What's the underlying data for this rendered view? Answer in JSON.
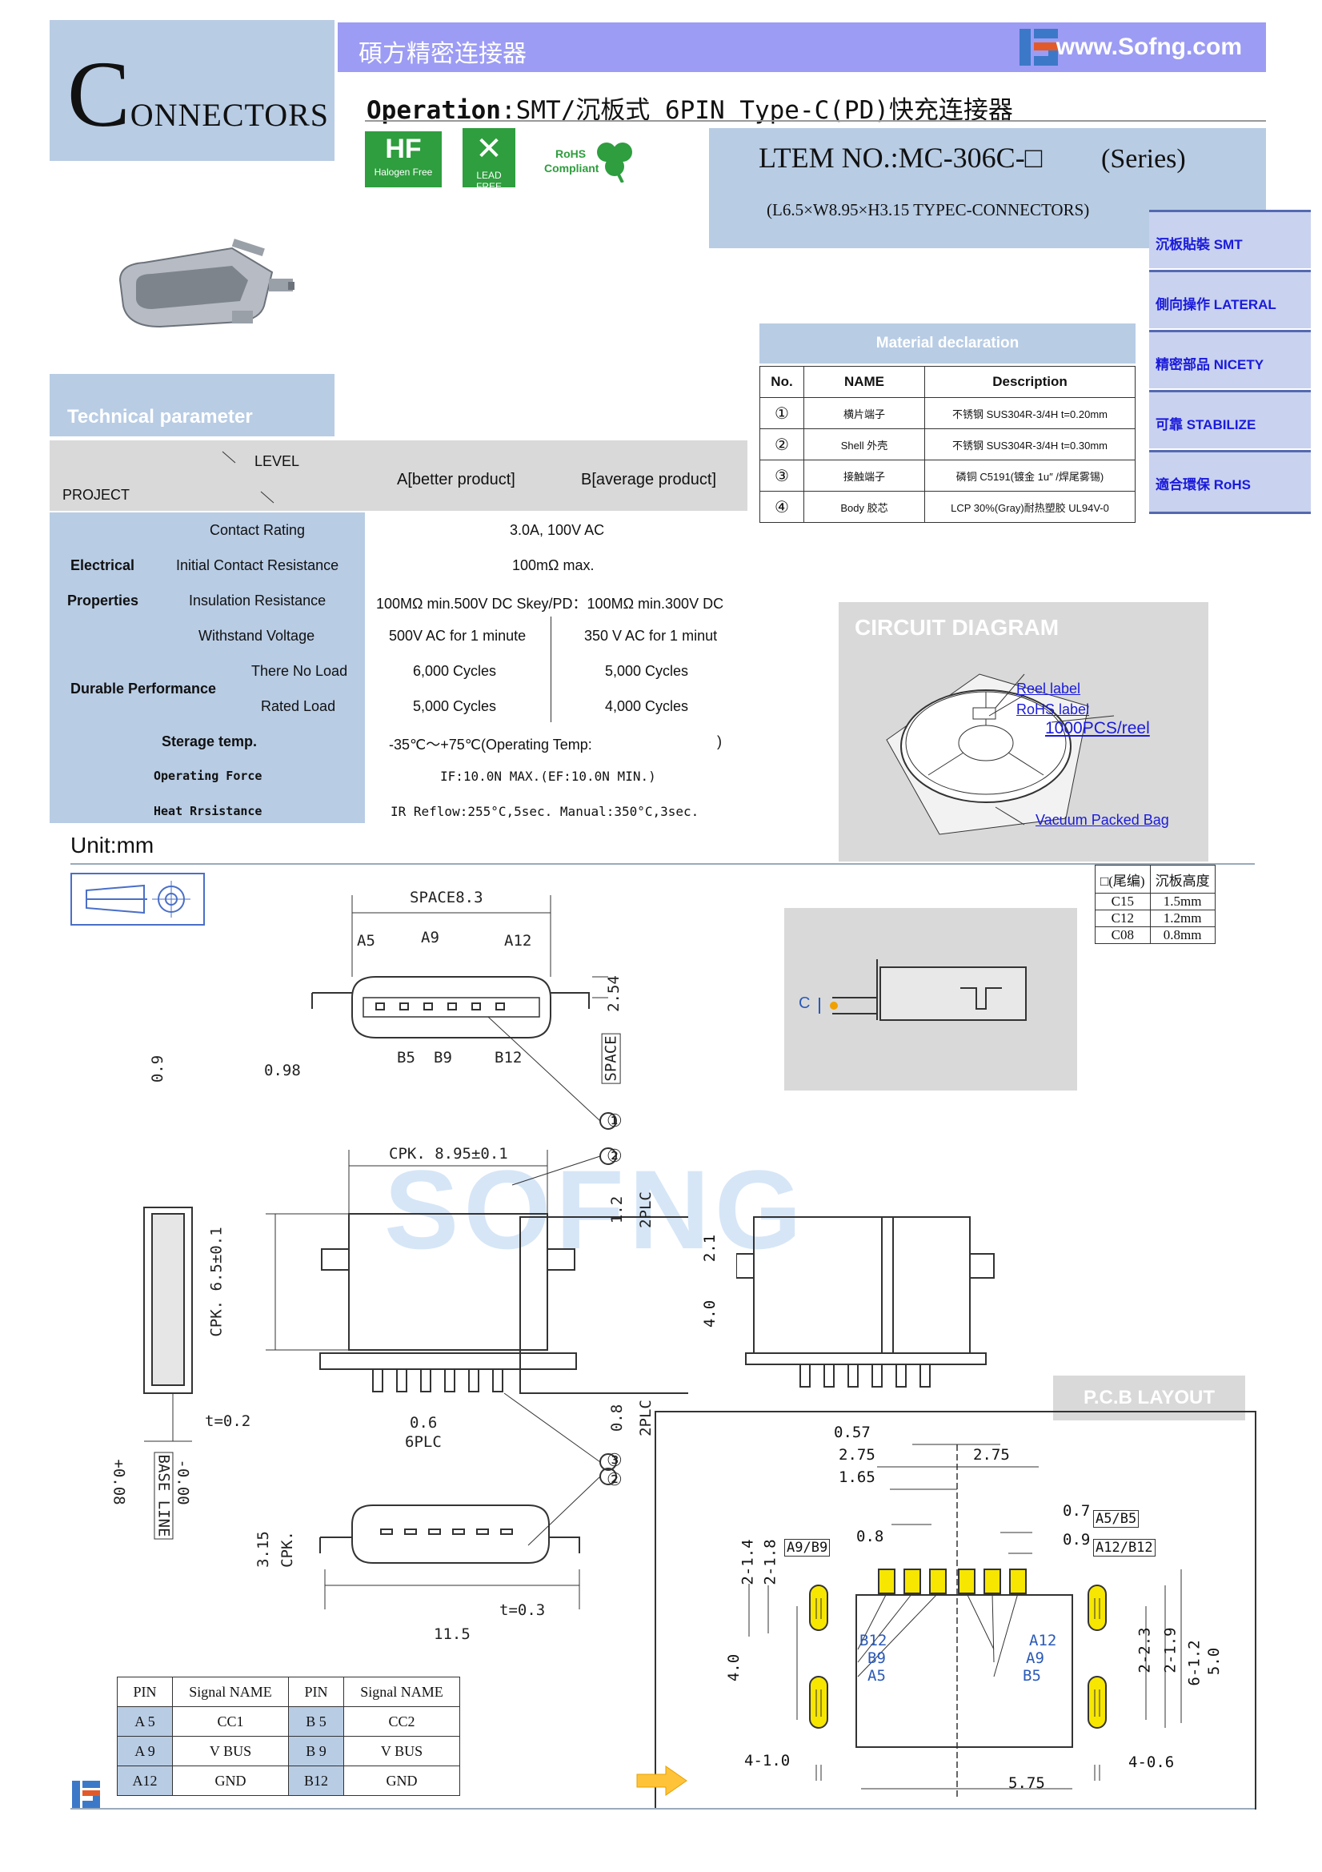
{
  "brand": {
    "logo_letter": "C",
    "logo_rest": "ONNECTORS",
    "company_cn": "碩方精密连接器",
    "website": "www.Sofng.com",
    "watermark": "SOFNG"
  },
  "operation": {
    "label": "Operation",
    "colon": ":",
    "text": "SMT/沉板式   6PIN   Type-C(PD)快充连接器"
  },
  "badges": {
    "halogen": "Halogen Free",
    "hf": "HF",
    "lead": "LEAD FREE",
    "rohs1": "RoHS",
    "rohs2": "Compliant"
  },
  "item": {
    "no_label": "LTEM NO.:MC-306C-□",
    "series": "(Series)",
    "dims": "(L6.5×W8.95×H3.15    TYPEC-CONNECTORS)"
  },
  "side_tabs": [
    "沉板貼裝 SMT",
    "側向操作 LATERAL",
    "精密部品 NICETY",
    "可靠 STABILIZE",
    "適合環保 RoHS"
  ],
  "tech": {
    "heading": "Technical parameter",
    "level": "LEVEL",
    "project": "PROJECT",
    "col_a": "A[better product]",
    "col_b": "B[average product]",
    "electrical": "Electrical",
    "properties": "Properties",
    "contact_rating": "Contact Rating",
    "contact_rating_val": "3.0A, 100V AC",
    "icr": "Initial Contact Resistance",
    "icr_val": "100mΩ max.",
    "ins": "Insulation Resistance",
    "ins_val": "100MΩ min.500V DC    Skey/PD：100MΩ min.300V DC",
    "wv": "Withstand Voltage",
    "wv_a": "500V AC for 1 minute",
    "wv_b": "350 V AC for 1 minut",
    "durable": "Durable Performance",
    "noload": "There No Load",
    "noload_a": "6,000 Cycles",
    "noload_b": "5,000 Cycles",
    "rated": "Rated Load",
    "rated_a": "5,000 Cycles",
    "rated_b": "4,000 Cycles",
    "storage": "Sterage temp.",
    "storage_val": "-35℃～+75℃(Operating Temp:",
    "storage_end": ")",
    "opforce": "Operating Force",
    "opforce_val": "IF:10.0N MAX.(EF:10.0N MIN.)",
    "heat": "Heat Rrsistance",
    "heat_val": "IR Reflow:255°C,5sec.  Manual:350°C,3sec."
  },
  "material": {
    "heading": "Material declaration",
    "cols": [
      "No.",
      "NAME",
      "Description"
    ],
    "rows": [
      {
        "no": "①",
        "name": "横片端子",
        "desc": "不锈钢 SUS304R-3/4H  t=0.20mm"
      },
      {
        "no": "②",
        "name": "Shell 外壳",
        "desc": "不锈钢 SUS304R-3/4H  t=0.30mm"
      },
      {
        "no": "③",
        "name": "接触端子",
        "desc": "磷铜 C5191(镀金 1u″ /焊尾雾锡)"
      },
      {
        "no": "④",
        "name": "Body 胶芯",
        "desc": "LCP 30%(Gray)耐热塑胶 UL94V-0"
      }
    ]
  },
  "circuit": {
    "title": "CIRCUIT DIAGRAM",
    "reel_label": "Reel label",
    "rohs_label": "RoHS label",
    "qty": "1000PCS/reel",
    "bag": "Vacuum Packed Bag"
  },
  "unit": "Unit:mm",
  "suffix": {
    "cols": [
      "□(尾编)",
      "沉板高度"
    ],
    "rows": [
      [
        "C15",
        "1.5mm"
      ],
      [
        "C12",
        "1.2mm"
      ],
      [
        "C08",
        "0.8mm"
      ]
    ]
  },
  "side_view_dim": "C",
  "drawing": {
    "space83": "SPACE8.3",
    "a5": "A5",
    "a9": "A9",
    "a12": "A12",
    "b5": "B5",
    "b9": "B9",
    "b12": "B12",
    "d254": "2.54",
    "space": "SPACE",
    "d09": "0.9",
    "d098": "0.98",
    "c1": "①",
    "c2": "②",
    "c3": "③",
    "cpk895": "CPK. 8.95±0.1",
    "cpk65": "CPK. 6.5±0.1",
    "d12": "1.2",
    "plc2": "2PLC",
    "d21": "2.1",
    "d40": "4.0",
    "d08": "0.8",
    "d06": "0.6",
    "plc6": "6PLC",
    "t02": "t=0.2",
    "tol1": "+0.08",
    "tol2": "-0.00",
    "baseline": "BASE LINE",
    "d315": "3.15",
    "cpk": "CPK.",
    "t03": "t=0.3",
    "d115": "11.5"
  },
  "pcb": {
    "heading": "P.C.B LAYOUT",
    "d057": "0.57",
    "d275a": "2.75",
    "d275b": "2.75",
    "d165": "1.65",
    "d07": "0.7",
    "a5b5": "A5/B5",
    "d09": "0.9",
    "a12b12": "A12/B12",
    "d214": "2-1.4",
    "d218": "2-1.8",
    "a9b9": "A9/B9",
    "d08": "0.8",
    "b12": "B12",
    "b9": "B9",
    "a5": "A5",
    "a12": "A12",
    "a9": "A9",
    "b5": "B5",
    "d223": "2-2.3",
    "d219": "2-1.9",
    "d612": "6-1.2",
    "d50": "5.0",
    "d40": "4.0",
    "d410": "4-1.0",
    "d406": "4-0.6",
    "d575": "5.75"
  },
  "signals": {
    "cols": [
      "PIN",
      "Signal NAME",
      "PIN",
      "Signal NAME"
    ],
    "rows": [
      [
        "A 5",
        "CC1",
        "B 5",
        "CC2"
      ],
      [
        "A 9",
        "V BUS",
        "B 9",
        "V BUS"
      ],
      [
        "A12",
        "GND",
        "B12",
        "GND"
      ]
    ]
  },
  "colors": {
    "brand_blue": "#b8cce4",
    "band_violet": "#9c9cf4",
    "tab_text": "#1a1adb",
    "pad_yellow": "#f7e600"
  }
}
